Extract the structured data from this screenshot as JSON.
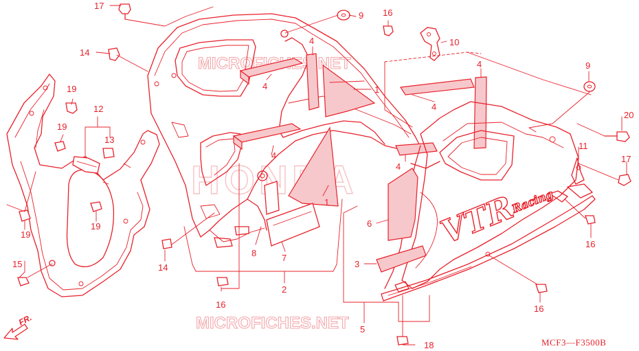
{
  "diagram": {
    "drawing_code": "MCF3—F3500B",
    "direction_arrow": "FR.",
    "watermark_top": "MICROFICHES.NET",
    "watermark_bottom": "MICROFICHES.NET",
    "watermark_center": "HONDA",
    "fairing_logo": "VTR",
    "fairing_logo_sub": "Racing",
    "callouts": [
      {
        "id": "c17a",
        "label": "17"
      },
      {
        "id": "c14a",
        "label": "14"
      },
      {
        "id": "c9a",
        "label": "9"
      },
      {
        "id": "c16a",
        "label": "16"
      },
      {
        "id": "c10",
        "label": "10"
      },
      {
        "id": "c4a",
        "label": "4"
      },
      {
        "id": "c4b",
        "label": "4"
      },
      {
        "id": "c1a",
        "label": "1"
      },
      {
        "id": "c4c",
        "label": "4"
      },
      {
        "id": "c4d",
        "label": "4"
      },
      {
        "id": "c4e",
        "label": "4"
      },
      {
        "id": "c1b",
        "label": "1"
      },
      {
        "id": "c8",
        "label": "8"
      },
      {
        "id": "c7",
        "label": "7"
      },
      {
        "id": "c2",
        "label": "2"
      },
      {
        "id": "c14b",
        "label": "14"
      },
      {
        "id": "c16b",
        "label": "16"
      },
      {
        "id": "c19a",
        "label": "19"
      },
      {
        "id": "c12",
        "label": "12"
      },
      {
        "id": "c19b",
        "label": "19"
      },
      {
        "id": "c13",
        "label": "13"
      },
      {
        "id": "c19c",
        "label": "19"
      },
      {
        "id": "c19d",
        "label": "19"
      },
      {
        "id": "c15",
        "label": "15"
      },
      {
        "id": "c4f",
        "label": "4"
      },
      {
        "id": "c9b",
        "label": "9"
      },
      {
        "id": "c20",
        "label": "20"
      },
      {
        "id": "c11",
        "label": "11"
      },
      {
        "id": "c17b",
        "label": "17"
      },
      {
        "id": "c4g",
        "label": "4"
      },
      {
        "id": "c6",
        "label": "6"
      },
      {
        "id": "c3",
        "label": "3"
      },
      {
        "id": "c16c",
        "label": "16"
      },
      {
        "id": "c16d",
        "label": "16"
      },
      {
        "id": "c5",
        "label": "5"
      },
      {
        "id": "c18",
        "label": "18"
      }
    ]
  }
}
